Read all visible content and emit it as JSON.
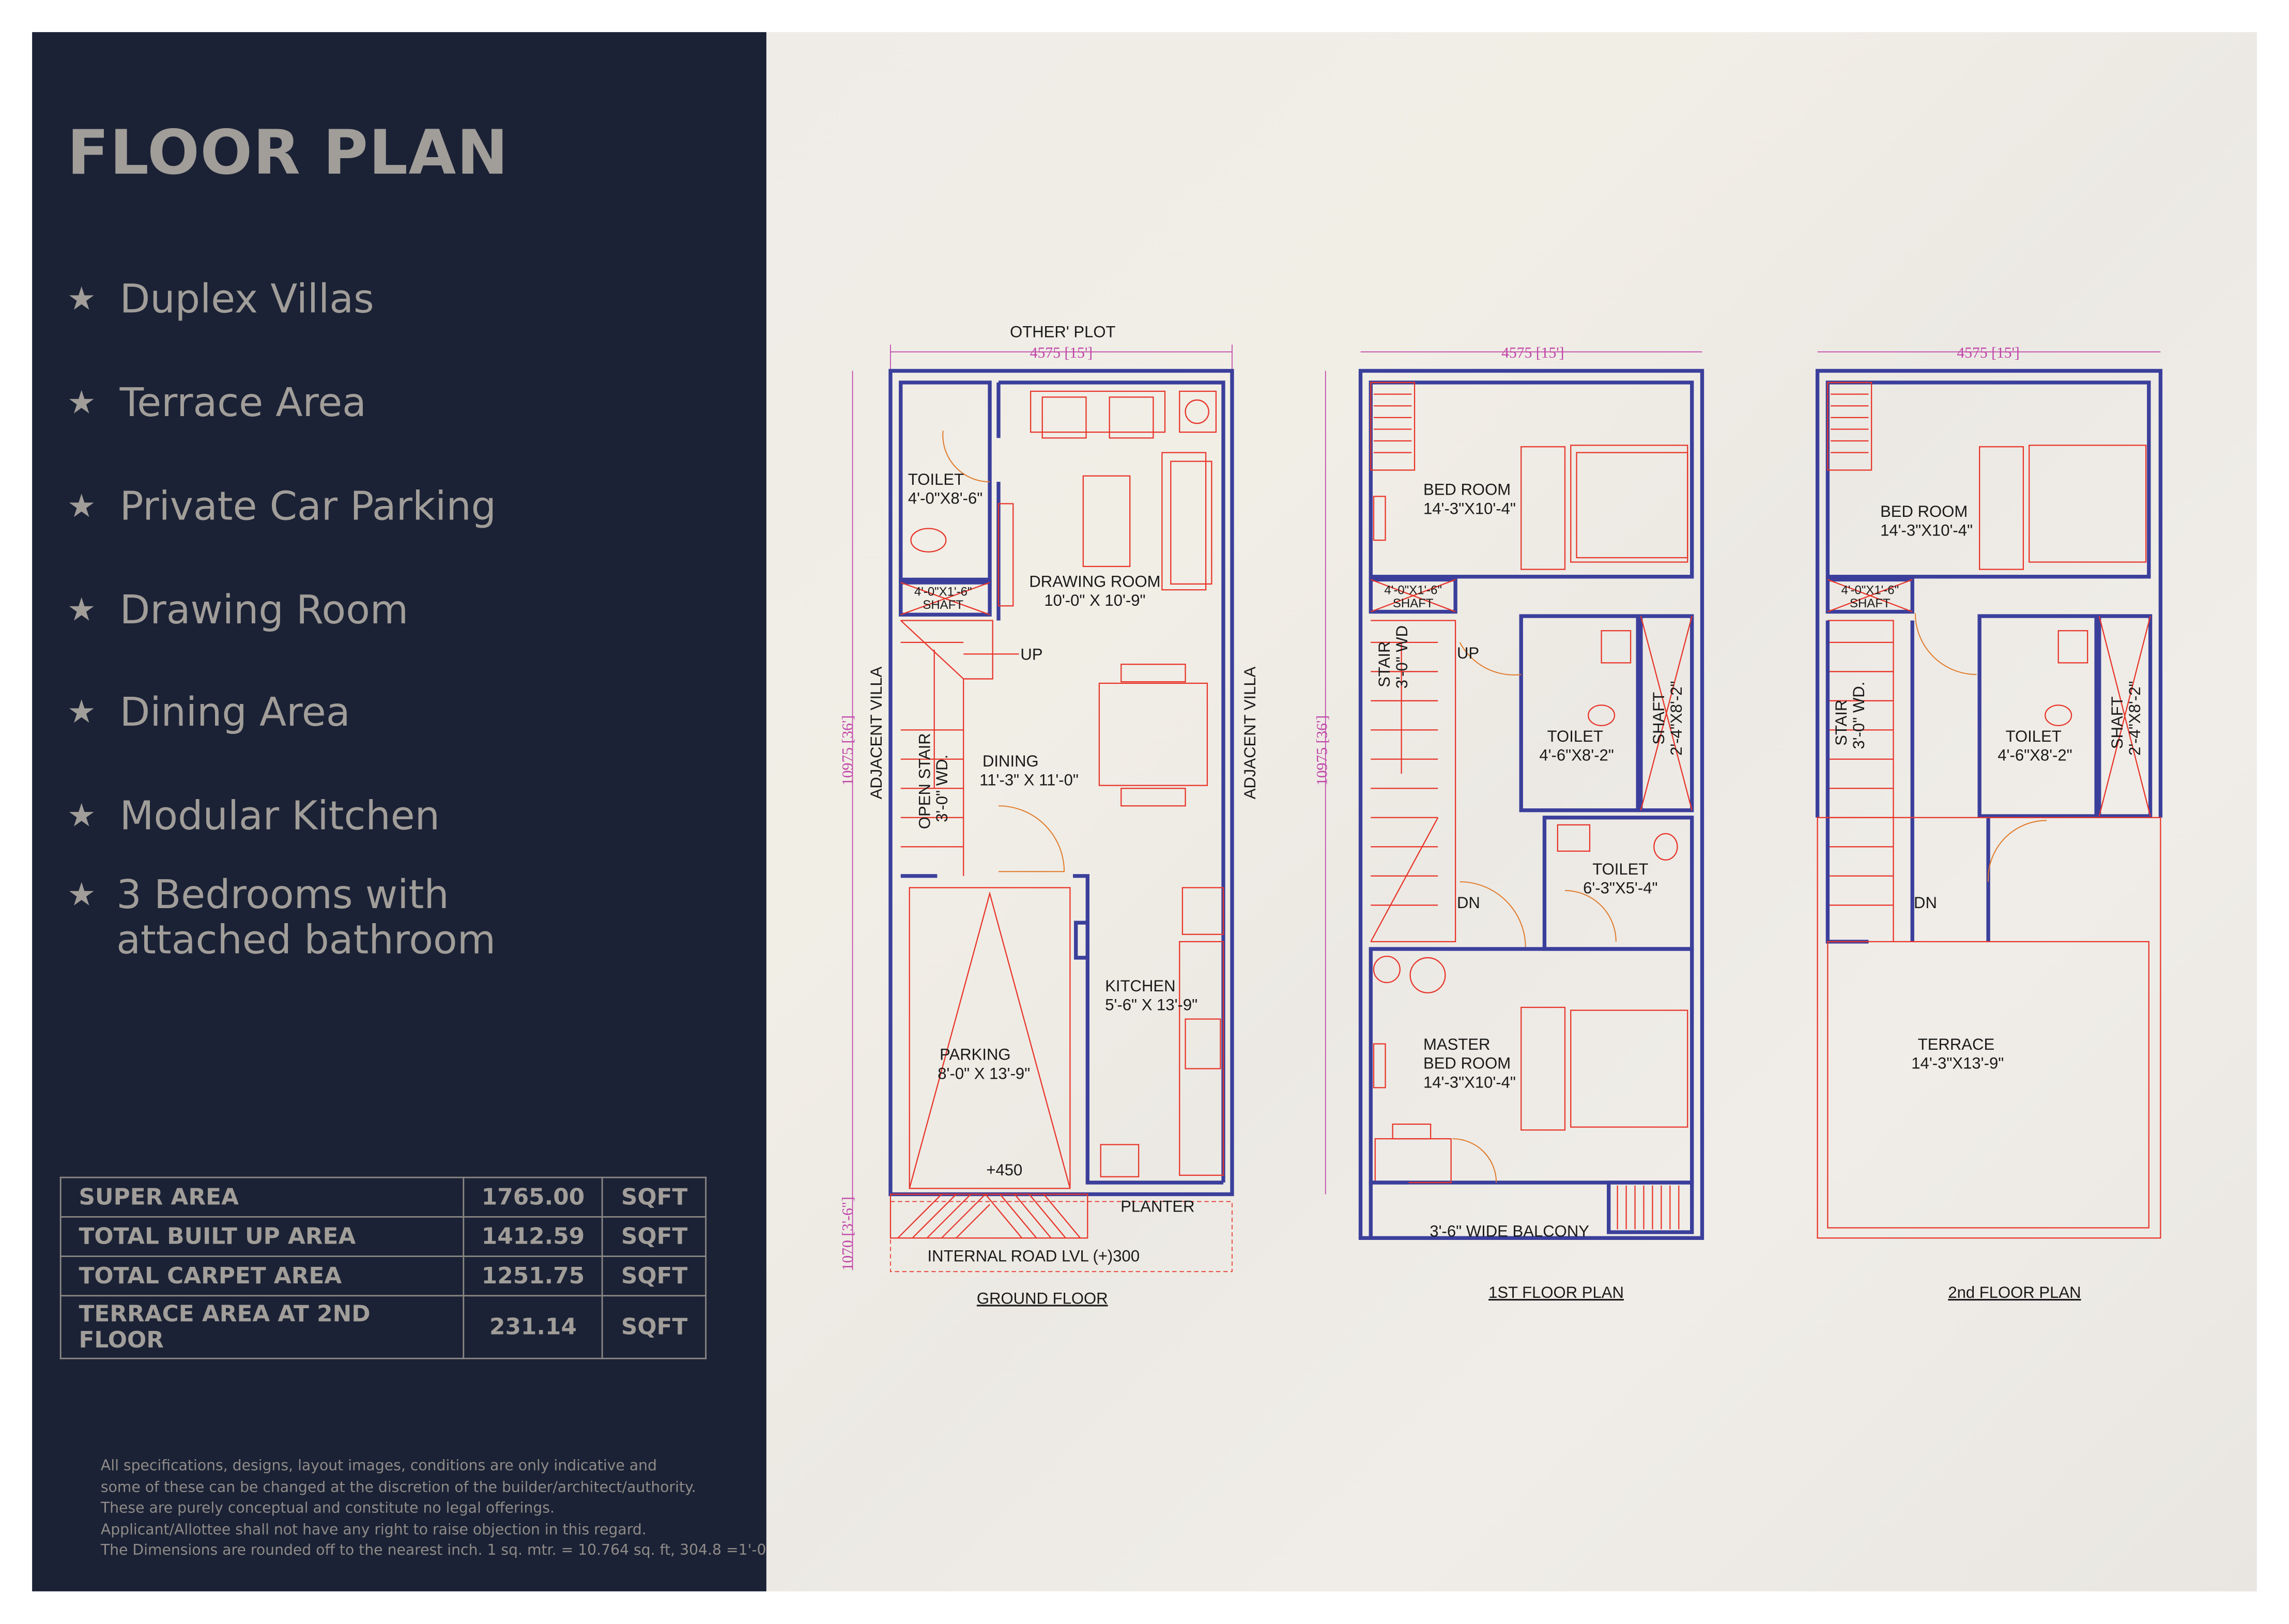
{
  "title": "FLOOR PLAN",
  "features": [
    "Duplex Villas",
    "Terrace Area",
    "Private Car Parking",
    "Drawing Room",
    "Dining Area",
    "Modular Kitchen",
    "3 Bedrooms with attached bathroom"
  ],
  "area_table": [
    {
      "label": "SUPER AREA",
      "value": "1765.00",
      "unit": "SQFT"
    },
    {
      "label": "TOTAL BUILT UP AREA",
      "value": "1412.59",
      "unit": "SQFT"
    },
    {
      "label": "TOTAL CARPET AREA",
      "value": "1251.75",
      "unit": "SQFT"
    },
    {
      "label": "TERRACE AREA AT 2ND FLOOR",
      "value": "231.14",
      "unit": "SQFT"
    }
  ],
  "disclaimer": [
    "All specifications, designs, layout images, conditions are only indicative and",
    "some of these can be changed at the discretion of the builder/architect/authority.",
    "These are purely conceptual and constitute no legal offerings.",
    "Applicant/Allottee shall not have any right to raise objection in this regard.",
    "The Dimensions are rounded off to the nearest inch. 1 sq. mtr. = 10.764 sq. ft, 304.8 =1'-0"
  ],
  "ground": {
    "other_plot": "OTHER' PLOT",
    "width_dim": "4575 [15']",
    "depth_dim": "10975 [36']",
    "front_dim": "1070 [3'-6\"]",
    "adjacent_left": "ADJACENT VILLA",
    "adjacent_right": "ADJACENT VILLA",
    "toilet": "TOILET",
    "toilet_size": "4'-0\"X8'-6\"",
    "shaft_size": "4'-0\"X1'-6\"",
    "shaft": "SHAFT",
    "drawing": "DRAWING ROOM",
    "drawing_size": "10'-0\" X 10'-9\"",
    "up": "UP",
    "stair": "OPEN STAIR",
    "stair_size": "3'-0\" WD.",
    "dining": "DINING",
    "dining_size": "11'-3\" X 11'-0\"",
    "kitchen": "KITCHEN",
    "kitchen_size": "5'-6\" X 13'-9\"",
    "parking": "PARKING",
    "parking_size": "8'-0\" X 13'-9\"",
    "level": "+450",
    "planter": "PLANTER",
    "road": "INTERNAL ROAD LVL (+)300",
    "caption": "GROUND FLOOR"
  },
  "first": {
    "width_dim": "4575 [15']",
    "depth_dim": "10975 [36']",
    "bed": "BED ROOM",
    "bed_size": "14'-3\"X10'-4\"",
    "shaft_size": "4'-0\"X1'-6\"",
    "shaft": "SHAFT",
    "stair": "STAIR",
    "stair_size": "3'-0\" WD",
    "up": "UP",
    "toilet1": "TOILET",
    "toilet1_size": "4'-6\"X8'-2\"",
    "shaft2": "SHAFT",
    "shaft2_size": "2'-4\"X8'-2\"",
    "toilet2": "TOILET",
    "toilet2_size": "6'-3\"X5'-4\"",
    "dn": "DN",
    "master1": "MASTER",
    "master2": "BED ROOM",
    "master_size": "14'-3\"X10'-4\"",
    "balcony": "3'-6\" WIDE BALCONY",
    "caption": "1ST FLOOR PLAN"
  },
  "second": {
    "width_dim": "4575 [15']",
    "bed": "BED ROOM",
    "bed_size": "14'-3\"X10'-4\"",
    "shaft_size": "4'-0\"X1'-6\"",
    "shaft": "SHAFT",
    "stair": "STAIR",
    "stair_size": "3'-0\" WD.",
    "toilet": "TOILET",
    "toilet_size": "4'-6\"X8'-2\"",
    "shaft2": "SHAFT",
    "shaft2_size": "2'-4\"X8'-2\"",
    "dn": "DN",
    "terrace": "TERRACE",
    "terrace_size": "14'-3\"X13'-9\"",
    "caption": "2nd FLOOR PLAN"
  }
}
